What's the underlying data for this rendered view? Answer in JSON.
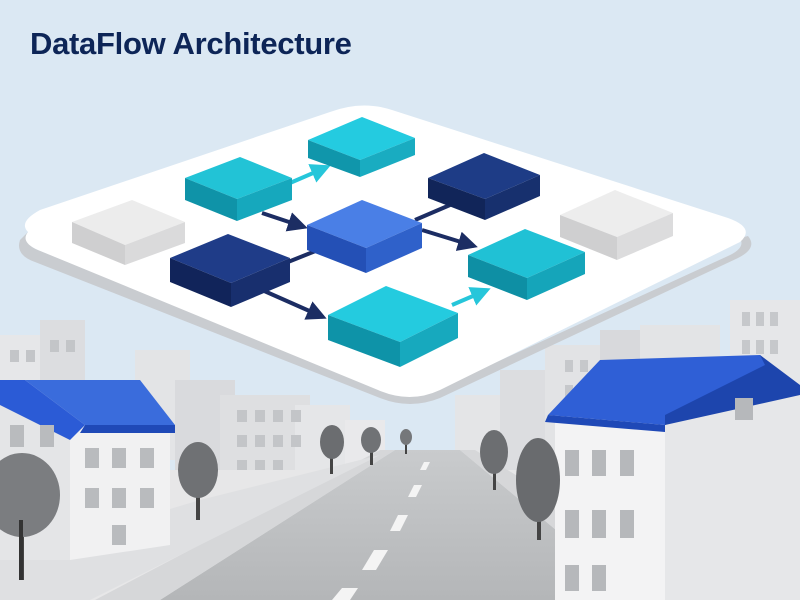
{
  "title": "DataFlow Architecture",
  "colors": {
    "sky": "#dbe8f3",
    "title": "#0d2557",
    "block_teal": "#1cb8cc",
    "block_navy": "#1c3574",
    "block_blue": "#3b6fd8",
    "block_grey": "#e2e2e2",
    "roof_blue": "#2b5bd6",
    "platform": "#ffffff",
    "arrow_teal": "#26c6da",
    "arrow_navy": "#1c2d63"
  },
  "diagram": {
    "nodes": [
      {
        "id": "grey-left",
        "kind": "grey"
      },
      {
        "id": "teal-top-left",
        "kind": "teal"
      },
      {
        "id": "teal-top",
        "kind": "teal"
      },
      {
        "id": "navy-top-right",
        "kind": "navy"
      },
      {
        "id": "grey-right",
        "kind": "grey"
      },
      {
        "id": "blue-center",
        "kind": "blue"
      },
      {
        "id": "navy-left",
        "kind": "navy"
      },
      {
        "id": "teal-right",
        "kind": "teal"
      },
      {
        "id": "teal-bottom",
        "kind": "teal"
      }
    ],
    "connections": [
      {
        "from": "teal-top-left",
        "to": "teal-top",
        "kind": "teal"
      },
      {
        "from": "teal-top-left",
        "to": "blue-center",
        "kind": "navy"
      },
      {
        "from": "navy-left",
        "to": "blue-center",
        "kind": "navy"
      },
      {
        "from": "blue-center",
        "to": "teal-right",
        "kind": "navy"
      },
      {
        "from": "navy-top-right",
        "to": "blue-center",
        "kind": "navy"
      },
      {
        "from": "navy-left",
        "to": "teal-bottom",
        "kind": "navy"
      },
      {
        "from": "teal-bottom",
        "to": "teal-right",
        "kind": "teal"
      }
    ]
  }
}
